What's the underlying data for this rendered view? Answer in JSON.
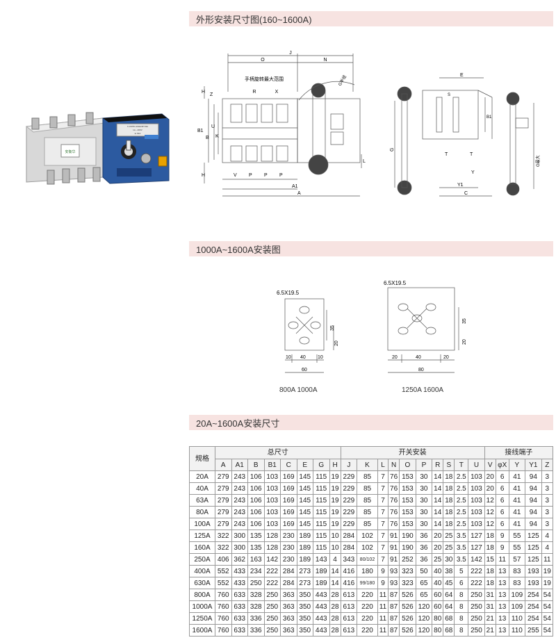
{
  "sections": {
    "outline_title": "外形安装尺寸图(160~1600A)",
    "mount_title": "1000A~1600A安装图",
    "size_title": "20A~1600A安装尺寸"
  },
  "product_photo": {
    "panel_badge": "安衡华",
    "label_lines": [
      "X-CMTD-160A/4P 63A",
      "Ue ~400V",
      "Ie 63A"
    ]
  },
  "outline_drawing": {
    "dims_top": [
      "J",
      "O",
      "N"
    ],
    "handle_note": "手柄旋转最大范围",
    "g_radius": "G半径",
    "dims_mid": [
      "R",
      "X"
    ],
    "dims_left": [
      "H",
      "Z",
      "B1",
      "B",
      "U",
      "K",
      "H"
    ],
    "dims_bottom": [
      "V",
      "P",
      "P",
      "P",
      "A1",
      "A"
    ],
    "dim_L": "L",
    "side_dims": [
      "E",
      "S",
      "B1",
      "T",
      "T",
      "Y",
      "Y1",
      "C",
      "G"
    ],
    "g_max": "G最大"
  },
  "mounting": {
    "hole_label_left": "6.5X19.5",
    "hole_label_right": "6.5X19.5",
    "left_dims": [
      "10",
      "40",
      "10",
      "60",
      "35",
      "20"
    ],
    "right_dims": [
      "20",
      "40",
      "20",
      "80",
      "35",
      "20"
    ],
    "left_caption": "800A  1000A",
    "right_caption": "1250A  1600A"
  },
  "table": {
    "spec_header": "规格",
    "group_total": "总尺寸",
    "group_switch": "开关安装",
    "group_terminal": "接线端子",
    "columns": [
      "A",
      "A1",
      "B",
      "B1",
      "C",
      "E",
      "G",
      "H",
      "J",
      "K",
      "L",
      "N",
      "O",
      "P",
      "R",
      "S",
      "T",
      "U",
      "V",
      "φX",
      "Y",
      "Y1",
      "Z"
    ],
    "rows": [
      {
        "spec": "20A",
        "v": [
          "279",
          "243",
          "106",
          "103",
          "169",
          "145",
          "115",
          "19",
          "229",
          "85",
          "7",
          "76",
          "153",
          "30",
          "14",
          "18",
          "2.5",
          "103",
          "20",
          "6",
          "41",
          "94",
          "3"
        ]
      },
      {
        "spec": "40A",
        "v": [
          "279",
          "243",
          "106",
          "103",
          "169",
          "145",
          "115",
          "19",
          "229",
          "85",
          "7",
          "76",
          "153",
          "30",
          "14",
          "18",
          "2.5",
          "103",
          "20",
          "6",
          "41",
          "94",
          "3"
        ]
      },
      {
        "spec": "63A",
        "v": [
          "279",
          "243",
          "106",
          "103",
          "169",
          "145",
          "115",
          "19",
          "229",
          "85",
          "7",
          "76",
          "153",
          "30",
          "14",
          "18",
          "2.5",
          "103",
          "12",
          "6",
          "41",
          "94",
          "3"
        ]
      },
      {
        "spec": "80A",
        "v": [
          "279",
          "243",
          "106",
          "103",
          "169",
          "145",
          "115",
          "19",
          "229",
          "85",
          "7",
          "76",
          "153",
          "30",
          "14",
          "18",
          "2.5",
          "103",
          "12",
          "6",
          "41",
          "94",
          "3"
        ]
      },
      {
        "spec": "100A",
        "v": [
          "279",
          "243",
          "106",
          "103",
          "169",
          "145",
          "115",
          "19",
          "229",
          "85",
          "7",
          "76",
          "153",
          "30",
          "14",
          "18",
          "2.5",
          "103",
          "12",
          "6",
          "41",
          "94",
          "3"
        ]
      },
      {
        "spec": "125A",
        "v": [
          "322",
          "300",
          "135",
          "128",
          "230",
          "189",
          "115",
          "10",
          "284",
          "102",
          "7",
          "91",
          "190",
          "36",
          "20",
          "25",
          "3.5",
          "127",
          "18",
          "9",
          "55",
          "125",
          "4"
        ]
      },
      {
        "spec": "160A",
        "v": [
          "322",
          "300",
          "135",
          "128",
          "230",
          "189",
          "115",
          "10",
          "284",
          "102",
          "7",
          "91",
          "190",
          "36",
          "20",
          "25",
          "3.5",
          "127",
          "18",
          "9",
          "55",
          "125",
          "4"
        ]
      },
      {
        "spec": "250A",
        "v": [
          "406",
          "362",
          "163",
          "142",
          "230",
          "189",
          "143",
          "4",
          "343",
          "80/102",
          "7",
          "91",
          "252",
          "36",
          "25",
          "30",
          "3.5",
          "142",
          "15",
          "11",
          "57",
          "125",
          "11"
        ]
      },
      {
        "spec": "400A",
        "v": [
          "552",
          "433",
          "234",
          "222",
          "284",
          "273",
          "189",
          "14",
          "416",
          "180",
          "9",
          "93",
          "323",
          "50",
          "40",
          "38",
          "5",
          "222",
          "18",
          "13",
          "83",
          "193",
          "19"
        ]
      },
      {
        "spec": "630A",
        "v": [
          "552",
          "433",
          "250",
          "222",
          "284",
          "273",
          "189",
          "14",
          "416",
          "99/180",
          "9",
          "93",
          "323",
          "65",
          "40",
          "45",
          "6",
          "222",
          "18",
          "13",
          "83",
          "193",
          "19"
        ]
      },
      {
        "spec": "800A",
        "v": [
          "760",
          "633",
          "328",
          "250",
          "363",
          "350",
          "443",
          "28",
          "613",
          "220",
          "11",
          "87",
          "526",
          "65",
          "60",
          "64",
          "8",
          "250",
          "31",
          "13",
          "109",
          "254",
          "54"
        ]
      },
      {
        "spec": "1000A",
        "v": [
          "760",
          "633",
          "328",
          "250",
          "363",
          "350",
          "443",
          "28",
          "613",
          "220",
          "11",
          "87",
          "526",
          "120",
          "60",
          "64",
          "8",
          "250",
          "31",
          "13",
          "109",
          "254",
          "54"
        ]
      },
      {
        "spec": "1250A",
        "v": [
          "760",
          "633",
          "336",
          "250",
          "363",
          "350",
          "443",
          "28",
          "613",
          "220",
          "11",
          "87",
          "526",
          "120",
          "80",
          "68",
          "8",
          "250",
          "21",
          "13",
          "110",
          "254",
          "54"
        ]
      },
      {
        "spec": "1600A",
        "v": [
          "760",
          "633",
          "336",
          "250",
          "363",
          "350",
          "443",
          "28",
          "613",
          "220",
          "11",
          "87",
          "526",
          "120",
          "80",
          "68",
          "8",
          "250",
          "21",
          "13",
          "110",
          "255",
          "54"
        ]
      }
    ]
  }
}
